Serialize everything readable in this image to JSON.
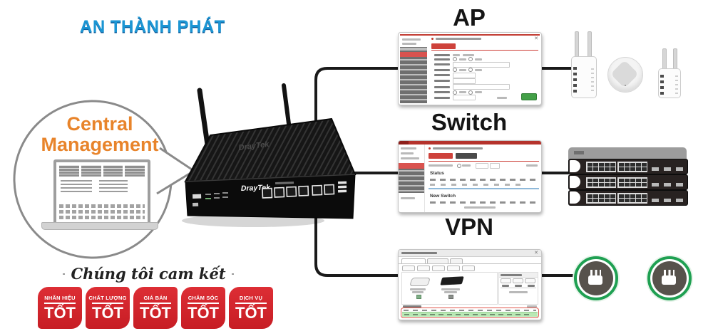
{
  "brand": {
    "name": "AN THÀNH PHÁT",
    "color": "#1B96D4"
  },
  "bubble": {
    "line1": "Central",
    "line2": "Management",
    "text_color": "#E8842B"
  },
  "router": {
    "brand": "DrayTek"
  },
  "sections": {
    "ap": {
      "title": "AP"
    },
    "switch": {
      "title": "Switch",
      "status_heading": "Status",
      "new_switch_heading": "New Switch"
    },
    "vpn": {
      "title": "VPN"
    }
  },
  "icons": {
    "close": "✕"
  },
  "commitment": {
    "heading": "Chúng tôi cam kết",
    "badge_color": "#D8232A",
    "badges": [
      {
        "top": "NHÃN HIỆU",
        "bottom": "TỐT"
      },
      {
        "top": "CHẤT LƯỢNG",
        "bottom": "TỐT"
      },
      {
        "top": "GIÁ BÁN",
        "bottom": "TỐT"
      },
      {
        "top": "CHĂM SÓC",
        "bottom": "TỐT"
      },
      {
        "top": "DỊCH VỤ",
        "bottom": "TỐT"
      }
    ]
  },
  "colors": {
    "logo_blue": "#1B96D4",
    "orange": "#E8842B",
    "accent_red": "#D8232A",
    "ui_red": "#CE423B",
    "green_ring": "#1FA052",
    "green_button": "#43A047",
    "line_black": "#1A1A1A"
  }
}
